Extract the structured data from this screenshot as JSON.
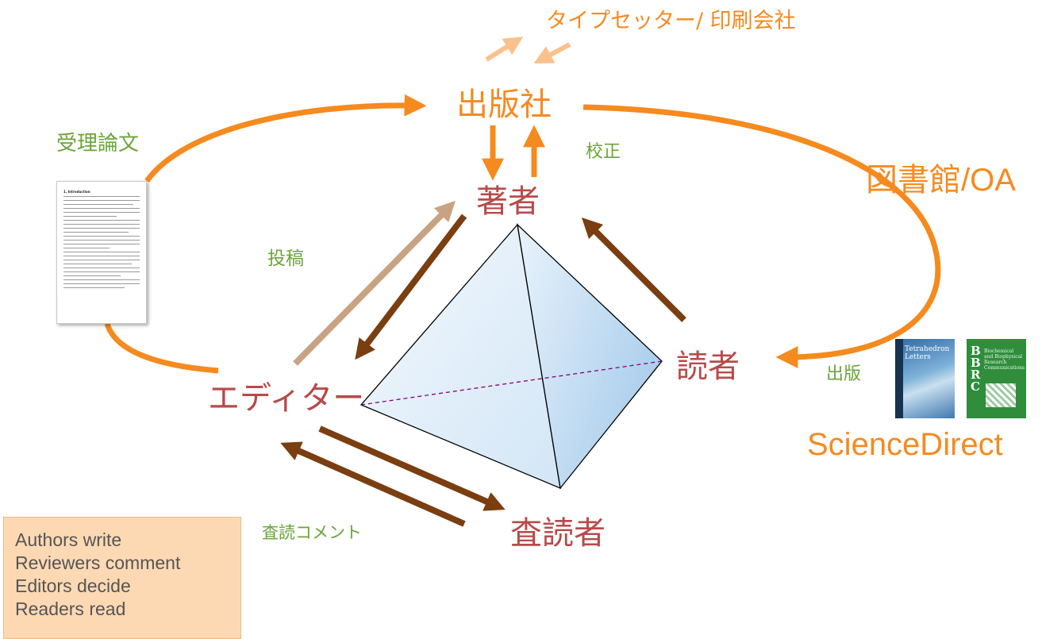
{
  "labels": {
    "publisher": "出版社",
    "typesetter": "タイプセッター/ 印刷会社",
    "accepted_paper": "受理論文",
    "proofreading": "校正",
    "library_oa": "図書館/OA",
    "author": "著者",
    "submission": "投稿",
    "reader": "読者",
    "publication": "出版",
    "editor": "エディター",
    "reviewer": "査読者",
    "review_comments": "査読コメント",
    "sciencedirect": "ScienceDirect"
  },
  "journals": {
    "tetrahedron": "Tetrahedron Letters",
    "bbrc_letters": "BBRC",
    "bbrc_full": "Biochemical and Biophysical Research Communications"
  },
  "paper": {
    "title": "1. Introduction"
  },
  "summary": [
    "Authors write",
    "Reviewers comment",
    "Editors decide",
    "Readers read"
  ],
  "colors": {
    "orange": "#f58a1f",
    "light_orange": "#fbc08c",
    "brown": "#7a3e10",
    "tan": "#c8a382",
    "role_red": "#b84a4a",
    "note_green": "#6aa53a",
    "summary_box": "#fdd9b3"
  }
}
